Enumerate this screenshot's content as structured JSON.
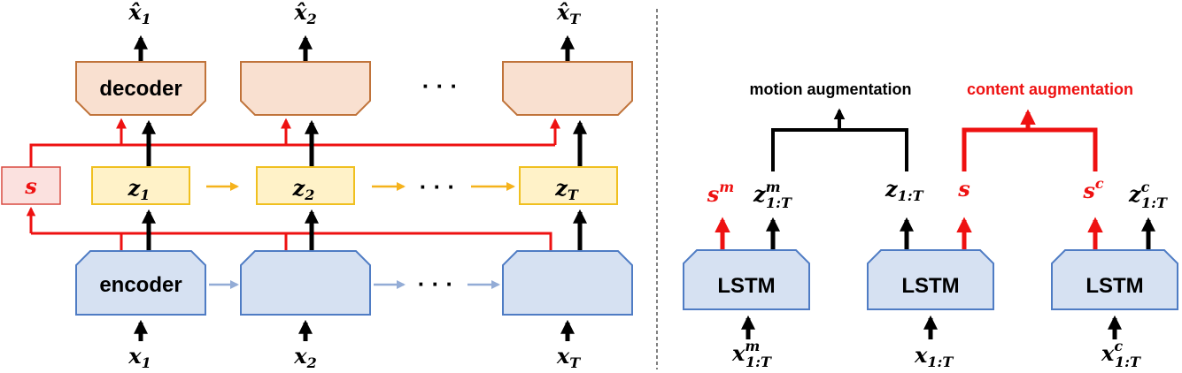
{
  "colors": {
    "black": "#000000",
    "red": "#ee1111",
    "orange_arrow": "#f5b21c",
    "blue_arrow": "#93acd6",
    "decoder_fill": "#f9e0d0",
    "decoder_stroke": "#c0733a",
    "encoder_fill": "#d6e1f2",
    "encoder_stroke": "#4f7cc4",
    "z_fill": "#fff2c8",
    "z_stroke": "#f0c020",
    "s_fill": "#fbe1df",
    "s_stroke": "#d94a40"
  },
  "left": {
    "decoder_label": "decoder",
    "encoder_label": "encoder",
    "ellipsis": "· · ·",
    "s": {
      "base": "s"
    },
    "xhat": [
      {
        "base": "x̂",
        "sub": "1"
      },
      {
        "base": "x̂",
        "sub": "2"
      },
      {
        "base": "x̂",
        "sub": "T"
      }
    ],
    "z": [
      {
        "base": "z",
        "sub": "1"
      },
      {
        "base": "z",
        "sub": "2"
      },
      {
        "base": "z",
        "sub": "T"
      }
    ],
    "x": [
      {
        "base": "x",
        "sub": "1"
      },
      {
        "base": "x",
        "sub": "2"
      },
      {
        "base": "x",
        "sub": "T"
      }
    ]
  },
  "right": {
    "motion_label": "motion augmentation",
    "content_label": "content augmentation",
    "lstm": [
      "LSTM",
      "LSTM",
      "LSTM"
    ],
    "outputs": {
      "sm": {
        "base": "s",
        "sup": "m"
      },
      "zm": {
        "base": "z",
        "sup": "m",
        "sub": "1:T"
      },
      "z": {
        "base": "z",
        "sub": "1:T"
      },
      "s": {
        "base": "s"
      },
      "sc": {
        "base": "s",
        "sup": "c"
      },
      "zc": {
        "base": "z",
        "sup": "c",
        "sub": "1:T"
      }
    },
    "inputs": {
      "xm": {
        "base": "x",
        "sup": "m",
        "sub": "1:T"
      },
      "x": {
        "base": "x",
        "sub": "1:T"
      },
      "xc": {
        "base": "x",
        "sup": "c",
        "sub": "1:T"
      }
    }
  }
}
